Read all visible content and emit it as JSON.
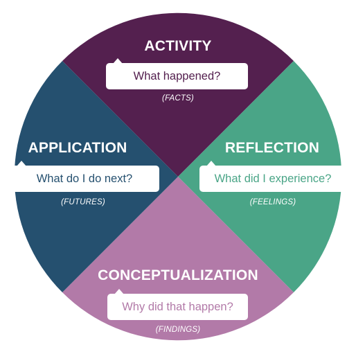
{
  "colors": {
    "activity": "#54204f",
    "reflection": "#4aa587",
    "conceptualization": "#b27aa8",
    "application": "#25506f",
    "text_on_white_activity": "#54204f",
    "text_on_white_reflection": "#4aa587",
    "text_on_white_conceptualization": "#b27aa8",
    "text_on_white_application": "#25506f"
  },
  "segments": {
    "activity": {
      "title": "ACTIVITY",
      "question": "What happened?",
      "tag": "(FACTS)"
    },
    "reflection": {
      "title": "REFLECTION",
      "question": "What did I experience?",
      "tag": "(FEELINGS)"
    },
    "conceptualization": {
      "title": "CONCEPTUALIZATION",
      "question": "Why did that happen?",
      "tag": "(FINDINGS)"
    },
    "application": {
      "title": "APPLICATION",
      "question": "What do I do next?",
      "tag": "(FUTURES)"
    }
  }
}
